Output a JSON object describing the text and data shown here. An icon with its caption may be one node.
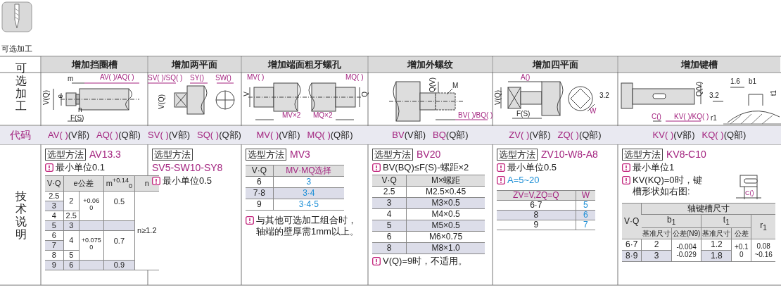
{
  "diagram": {
    "labels": [
      "可选加工",
      "增加挡圈槽",
      "增加两平面",
      "增加端面粗牙螺孔",
      "增加外螺纹",
      "增加四平面",
      "增加键槽",
      "可选加工",
      "m",
      "AV( )/AQ( )",
      "V(Q)",
      "e",
      "n",
      "F(S)",
      "SV( )/SQ( )",
      "SY()",
      "SW()",
      "V(Q)",
      "MV( )",
      "MQ( )",
      "V",
      "Q",
      "MV×2",
      "MQ×2",
      "Q(V)",
      "M",
      "BV( )/BQ( )",
      "A()",
      "V(Q)",
      "F(S)",
      "W",
      "3.2",
      "Q(V)",
      "C()",
      "KV( )/KQ( )",
      "3.2",
      "1.6",
      "b1",
      "t1",
      "r1",
      "代码",
      "AV( )",
      "(V部)",
      "AQ( )",
      "(Q部)",
      "SV( )",
      "(V部)",
      "SQ( )",
      "(Q部)",
      "MV( )",
      "(V部)",
      "MQ( )",
      "(Q部)",
      "BV",
      "(V部)",
      "BQ",
      "(Q部)",
      "ZV( )",
      "(V部)",
      "ZQ( )",
      "(Q部)",
      "KV( )",
      "(V部)",
      "KQ( )",
      "(Q部)",
      "技术说明",
      "选型方法",
      "AV13.3",
      "最小单位0.1",
      "V·Q",
      "e公差",
      "m$^{+0.14}$$_{0}$",
      "n",
      "2.5",
      "2",
      "+0.06 0",
      "0.5",
      "n≥1.2",
      "3",
      "4",
      "2.5",
      "5",
      "3",
      "6",
      "4",
      "+0.075 0",
      "0.7",
      "7",
      "8",
      "5",
      "9",
      "6",
      "0.9",
      "选型方法",
      "SV5-SW10-SY8",
      "最小单位0.5",
      "选型方法",
      "MV3",
      "V·Q",
      "MV·MQ选择",
      "6",
      "3",
      "7·8",
      "3·4",
      "9",
      "3·4·5",
      "与其他可选加工组合时，轴端的壁厚需1mm以上。",
      "选型方法",
      "BV20",
      "BV(BQ)≤F(S)-螺距×2",
      "V·Q",
      "M×螺距",
      "2.5",
      "M2.5×0.45",
      "3",
      "M3×0.5",
      "4",
      "M4×0.5",
      "5",
      "M5×0.5",
      "6",
      "M6×0.75",
      "8",
      "M8×1.0",
      "V(Q)=9时，不适用。",
      "选型方法",
      "ZV10-W8-A8",
      "最小单位0.5",
      "A=5~20",
      "ZV=V,ZQ=Q",
      "W",
      "6·7",
      "5",
      "8",
      "6",
      "9",
      "7",
      "选型方法",
      "KV8-C10",
      "最小单位1",
      "KV(KQ)=0时，键槽形状如右图:",
      "C()",
      "V·Q",
      "轴键槽尺寸",
      "b$_{1}$",
      "t$_{1}$",
      "r$_{1}$",
      "基准尺寸",
      "公差(N9)",
      "基准尺寸",
      "公差",
      "6·7",
      "2",
      "-0.004 -0.029",
      "1.2",
      "+0.1 0",
      "0.08 ~0.16",
      "8·9",
      "3",
      "1.8"
    ]
  }
}
